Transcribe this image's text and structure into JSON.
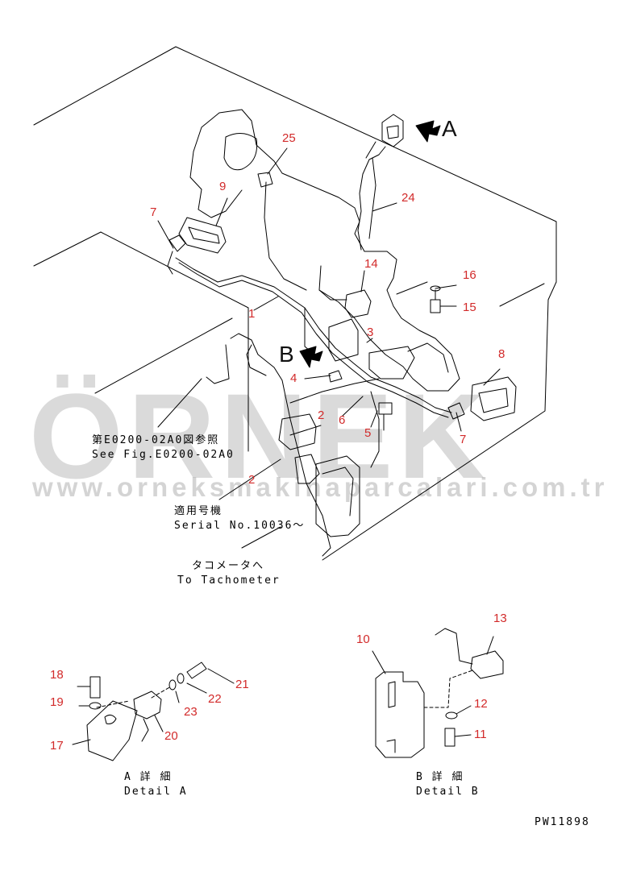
{
  "watermark": {
    "brand": "ÖRNEK",
    "url": "www.orneksmakinaparcalari.com.tr"
  },
  "view_labels": {
    "a": "A",
    "b": "B"
  },
  "notes": {
    "see_fig_jp": "第E0200-02A0図参照",
    "see_fig_en": "See Fig.E0200-02A0",
    "serial_jp": "適用号機",
    "serial_en": "Serial No.10036～",
    "tacho_jp": "タコメータへ",
    "tacho_en": "To Tachometer"
  },
  "details": {
    "a_jp": "A 詳 細",
    "a_en": "Detail A",
    "b_jp": "B 詳 細",
    "b_en": "Detail B"
  },
  "drawing_number": "PW11898",
  "part_numbers": {
    "p1": "1",
    "p2a": "2",
    "p2b": "2",
    "p3": "3",
    "p4": "4",
    "p5": "5",
    "p6": "6",
    "p7a": "7",
    "p7b": "7",
    "p8": "8",
    "p9": "9",
    "p10": "10",
    "p11": "11",
    "p12": "12",
    "p13": "13",
    "p14": "14",
    "p15": "15",
    "p16": "16",
    "p17": "17",
    "p18": "18",
    "p19": "19",
    "p20": "20",
    "p21": "21",
    "p22": "22",
    "p23": "23",
    "p24": "24",
    "p25": "25"
  }
}
